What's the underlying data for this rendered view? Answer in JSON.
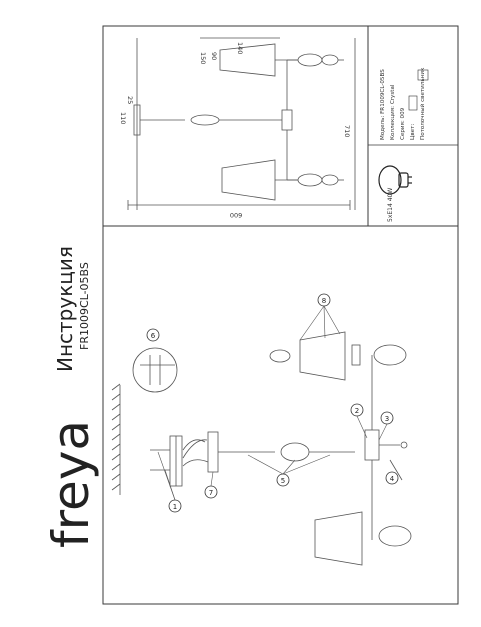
{
  "brand": {
    "logo_text": "freya"
  },
  "title": {
    "heading": "Инструкция",
    "model": "FR1009CL-05BS"
  },
  "callouts": [
    "1",
    "2",
    "3",
    "4",
    "5",
    "6",
    "7",
    "8"
  ],
  "dimensions": {
    "overall_width": "600",
    "total_height": "710",
    "canopy_d": "110",
    "canopy_h": "25",
    "shade_top": "140",
    "shade_bottom": "150",
    "shade_h": "90"
  },
  "specs": {
    "model": "Модель: FR1009CL-05BS",
    "collection": "Коллекция: Crystal",
    "series": "Серия: 009",
    "lamp_type": "Потолочный светильник",
    "bulb": "5xE14 40W",
    "color_label": "Цвет:"
  },
  "colors": {
    "line": "#555555",
    "frame": "#3a3a3a"
  }
}
